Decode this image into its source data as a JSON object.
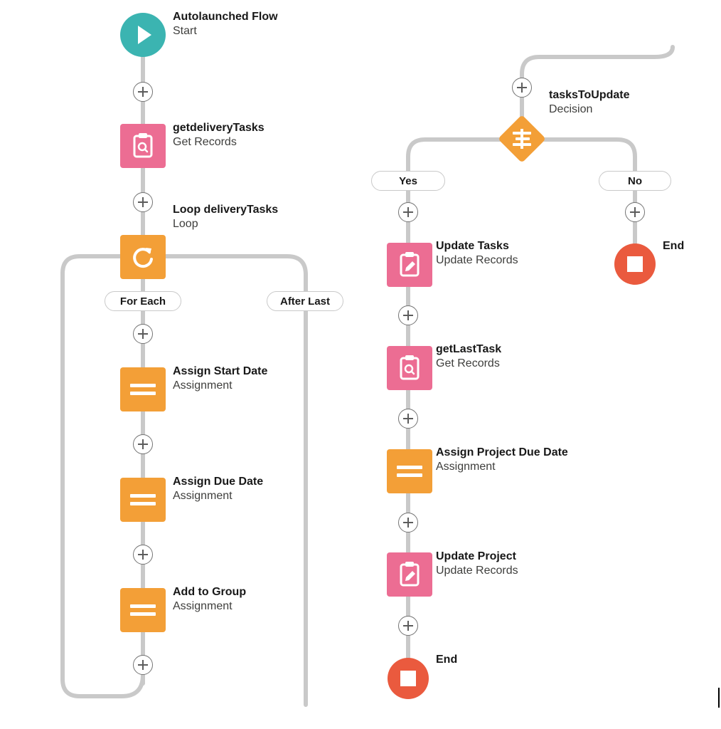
{
  "start": {
    "title": "Autolaunched Flow",
    "subtitle": "Start"
  },
  "get_delivery_tasks": {
    "title": "getdeliveryTasks",
    "subtitle": "Get Records"
  },
  "loop": {
    "title": "Loop deliveryTasks",
    "subtitle": "Loop",
    "for_each_label": "For Each",
    "after_last_label": "After Last"
  },
  "assign_start_date": {
    "title": "Assign Start Date",
    "subtitle": "Assignment"
  },
  "assign_due_date": {
    "title": "Assign Due Date",
    "subtitle": "Assignment"
  },
  "add_to_group": {
    "title": "Add to Group",
    "subtitle": "Assignment"
  },
  "decision": {
    "title": "tasksToUpdate",
    "subtitle": "Decision",
    "yes_label": "Yes",
    "no_label": "No"
  },
  "no_end": {
    "title": "End"
  },
  "update_tasks": {
    "title": "Update Tasks",
    "subtitle": "Update Records"
  },
  "get_last_task": {
    "title": "getLastTask",
    "subtitle": "Get Records"
  },
  "assign_project_due_date": {
    "title": "Assign Project Due Date",
    "subtitle": "Assignment"
  },
  "update_project": {
    "title": "Update Project",
    "subtitle": "Update Records"
  },
  "yes_end": {
    "title": "End"
  },
  "colors": {
    "assignment": "#f39f37",
    "records": "#ec6d93",
    "start": "#3bb4b1",
    "end": "#ea5a3e",
    "connector": "#c9c9c9"
  }
}
